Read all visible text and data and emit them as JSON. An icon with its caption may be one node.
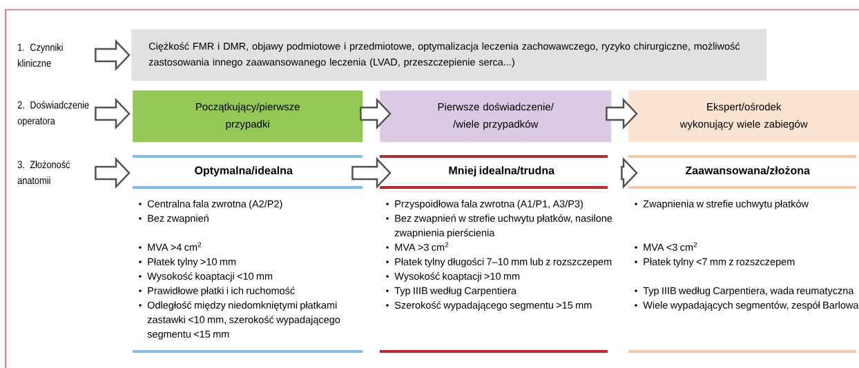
{
  "diagram": {
    "nodes": [
      {
        "text": [
          "1. Czynniki kliniczne"
        ]
      },
      {
        "text": [
          "Ciężkość FMR i DMR, objawy podmiotowe i przedmiotowe, optymalizacja leczenia zachowawczego, ryzyko chirurgiczne, możliwość zastosowania innego zaawansowanego leczenia (LVAD, przeszczepienie serca...)"
        ]
      },
      {
        "text": [
          "2. Doświadczenie operatora"
        ]
      },
      {
        "text": [
          "Początkujący/pierwsze przypadki"
        ]
      },
      {
        "text": [
          "Pierwsze doświadczenie/ /wiele przypadków"
        ]
      },
      {
        "text": [
          "Ekspert/ośrodek wykonujący wiele zabiegów"
        ]
      },
      {
        "text": [
          "3. Złożoność anatomii"
        ]
      },
      {
        "text": [
          "Optymalna/idealna",
          "Centralna fala zwrotna (A2/P2)",
          "Bez zwapnień",
          "MVA >4 cm$^{2}$",
          "Płatek tylny >10 mm",
          "Wysokość koaptacji <10 mm",
          "Prawidłowe płatki i ich ruchomość",
          "Odległość między niedomkniętymi płatkami zastawki <10 mm, szerokość wypadającego segmentu <15 mm"
        ]
      },
      {
        "text": [
          "Mniej idealna/trudna",
          "Przyspoidłowa fala zwrotna (A1/P1, A3/P3)",
          "Bez zwapnień w strefie uchwytu płatków, nasilone zwapnienia pierścienia",
          "MVA >3 cm$^{2}$",
          "Płatek tylny długości 7–10 mm lub z rozszczepem",
          "Wysokość koaptacji >10 mm",
          "Typ IIIB według Carpentiera",
          "Szerokość wypadającego segmentu >15 mm"
        ]
      },
      {
        "text": [
          "Zaawansowana/złożona",
          "Zwapnienia w strefie uchwytu płatków",
          "MVA <3 cm$^{2}$",
          "Płatek tylny <7 mm z rozszczepem",
          "Typ IIIB według Carpentiera, wada reumatyczna",
          "Wiele wypadających segmentów, zespół Barlowa"
        ]
      }
    ],
    "edges": [
      {
        "from": 0,
        "to": 1,
        "arrow": "to"
      },
      {
        "from": 2,
        "to": 3,
        "arrow": "to"
      },
      {
        "from": 3,
        "to": 4,
        "arrow": "to"
      },
      {
        "from": 4,
        "to": 5,
        "arrow": "to"
      },
      {
        "from": 6,
        "to": 7,
        "arrow": "to"
      },
      {
        "from": 7,
        "to": 8,
        "arrow": "to"
      },
      {
        "from": 8,
        "to": 9,
        "arrow": "to"
      }
    ]
  }
}
